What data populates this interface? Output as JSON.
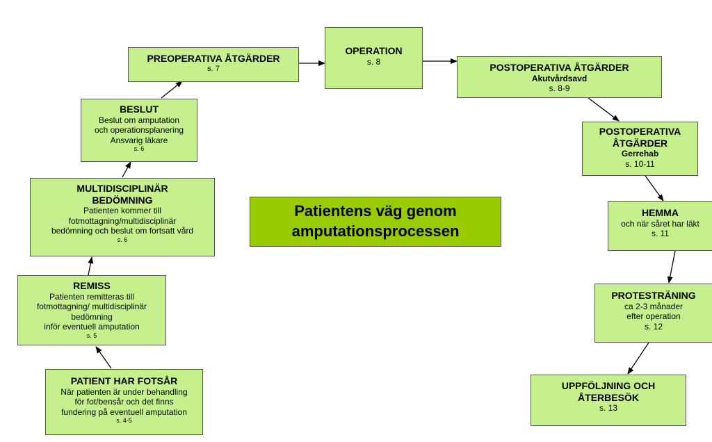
{
  "center_title": "Patientens väg genom\namputationsprocessen",
  "boxes": {
    "preop": {
      "title": "PREOPERATIVA ÅTGÄRDER",
      "page": "s. 7"
    },
    "operation": {
      "title": "OPERATION",
      "page": "s. 8"
    },
    "postop1": {
      "title": "POSTOPERATIVA ÅTGÄRDER",
      "subtitle": "Akutvårdsavd",
      "page": "s. 8-9"
    },
    "postop2": {
      "title": "POSTOPERATIVA ÅTGÄRDER",
      "subtitle": "Gerrehab",
      "page": "s. 10-11"
    },
    "hemma": {
      "title": "HEMMA",
      "text": "och när såret har läkt",
      "page": "s. 11"
    },
    "protes": {
      "title": "PROTESTRÄNING",
      "text1": "ca 2-3 månader",
      "text2": "efter operation",
      "page": "s. 12"
    },
    "uppfoljning": {
      "title": "UPPFÖLJNING OCH ÅTERBESÖK",
      "page": "s. 13"
    },
    "beslut": {
      "title": "BESLUT",
      "text1": "Beslut om amputation",
      "text2": "och operationsplanering",
      "text3": "Ansvarig läkare",
      "page": "s. 6"
    },
    "multi": {
      "title": "MULTIDISCIPLINÄR BEDÖMNING",
      "text1": "Patienten kommer till",
      "text2": "fotmottagning/multidisciplinär",
      "text3": "bedömning och beslut om fortsatt vård",
      "page": "s. 6"
    },
    "remiss": {
      "title": "REMISS",
      "text1": "Patienten remitteras till",
      "text2": "fotmottagning/ multidisciplinär",
      "text3": "bedömning",
      "text4": "inför eventuell amputation",
      "page": "s. 5"
    },
    "fotsar": {
      "title": "PATIENT HAR FOTSÅR",
      "text1": "När patienten är under behandling",
      "text2": "för fot/bensår och det finns",
      "text3": "fundering på eventuell amputation",
      "page": "s. 4-5"
    }
  },
  "colors": {
    "box_fill": "#c6f08e",
    "center_fill": "#99cc00",
    "border": "#555555"
  }
}
